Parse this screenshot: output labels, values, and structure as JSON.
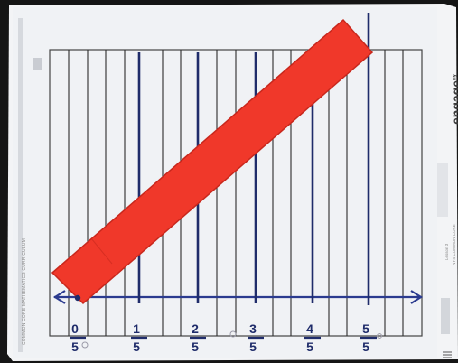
{
  "worksheet": {
    "header_text": "COMMON CORE MATHEMATICS CURRICULUM",
    "logo_text": "engage",
    "logo_sup": "ny",
    "footer_text_1": "Lesson 3",
    "footer_text_2": "NYS COMMON CORE",
    "fraction_labels": [
      {
        "numerator": "0",
        "denominator": "5"
      },
      {
        "numerator": "1",
        "denominator": "5"
      },
      {
        "numerator": "2",
        "denominator": "5"
      },
      {
        "numerator": "3",
        "denominator": "5"
      },
      {
        "numerator": "4",
        "denominator": "5"
      },
      {
        "numerator": "5",
        "denominator": "5"
      }
    ]
  },
  "colors": {
    "paper": "#f4f4f6",
    "grid_line": "#2a2a2a",
    "axis": "#2b3b8f",
    "tick_line": "#1e2b6b",
    "ruler": "#f0382a",
    "ruler_edge": "#c8281d"
  }
}
